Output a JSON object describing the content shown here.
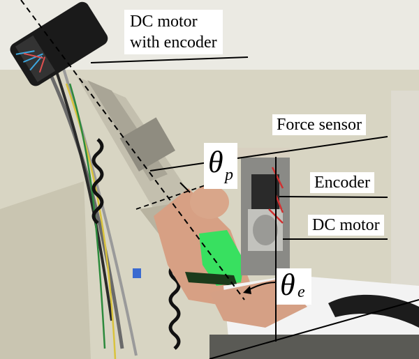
{
  "labels": {
    "dc_motor_with_encoder": [
      "DC motor",
      "with encoder"
    ],
    "force_sensor": "Force sensor",
    "encoder": "Encoder",
    "dc_motor": "DC motor"
  },
  "angles": {
    "theta_p": {
      "symbol": "θ",
      "subscript": "p"
    },
    "theta_e": {
      "symbol": "θ",
      "subscript": "e"
    }
  },
  "colors": {
    "wall": "#d9d6c6",
    "arm_brace": "#c9c4b4",
    "velcro_strap": "#38e060",
    "motor_body": "#1a1a1a",
    "skin": "#d8a286",
    "shirt": "#f2f2f2",
    "label_background": "#ffffff"
  }
}
